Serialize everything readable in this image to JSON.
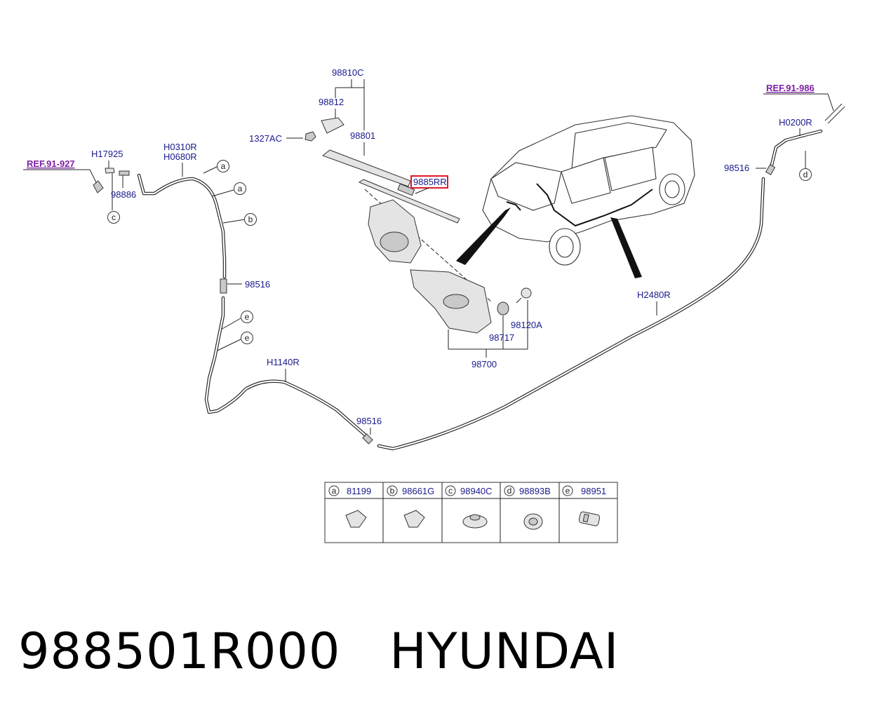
{
  "callouts": {
    "p98810c": "98810C",
    "p98812": "98812",
    "p98801": "98801",
    "p1327ac": "1327AC",
    "p98850rr": "9885RR",
    "ref_left": "REF.91-927",
    "ref_right": "REF.91-986",
    "h17925": "H17925",
    "h0310r": "H0310R",
    "h0680r": "H0680R",
    "p98886": "98886",
    "p98516_left": "98516",
    "p98516_bottom": "98516",
    "p98516_right": "98516",
    "h1140r": "H1140R",
    "h2480r": "H2480R",
    "h0200r": "H0200R",
    "p98120a": "98120A",
    "p98717": "98717",
    "p98700": "98700"
  },
  "circle_letters": [
    "a",
    "a",
    "b",
    "c",
    "d",
    "e",
    "e"
  ],
  "legend": [
    {
      "letter": "a",
      "part": "81199"
    },
    {
      "letter": "b",
      "part": "98661G"
    },
    {
      "letter": "c",
      "part": "98940C"
    },
    {
      "letter": "d",
      "part": "98893B"
    },
    {
      "letter": "e",
      "part": "98951"
    }
  ],
  "footer": {
    "part_number": "988501R000",
    "brand": "HYUNDAI"
  },
  "colors": {
    "part_label": "#1a1a8c",
    "ref_label": "#7b1fa2",
    "highlight_box": "#e0192a"
  }
}
